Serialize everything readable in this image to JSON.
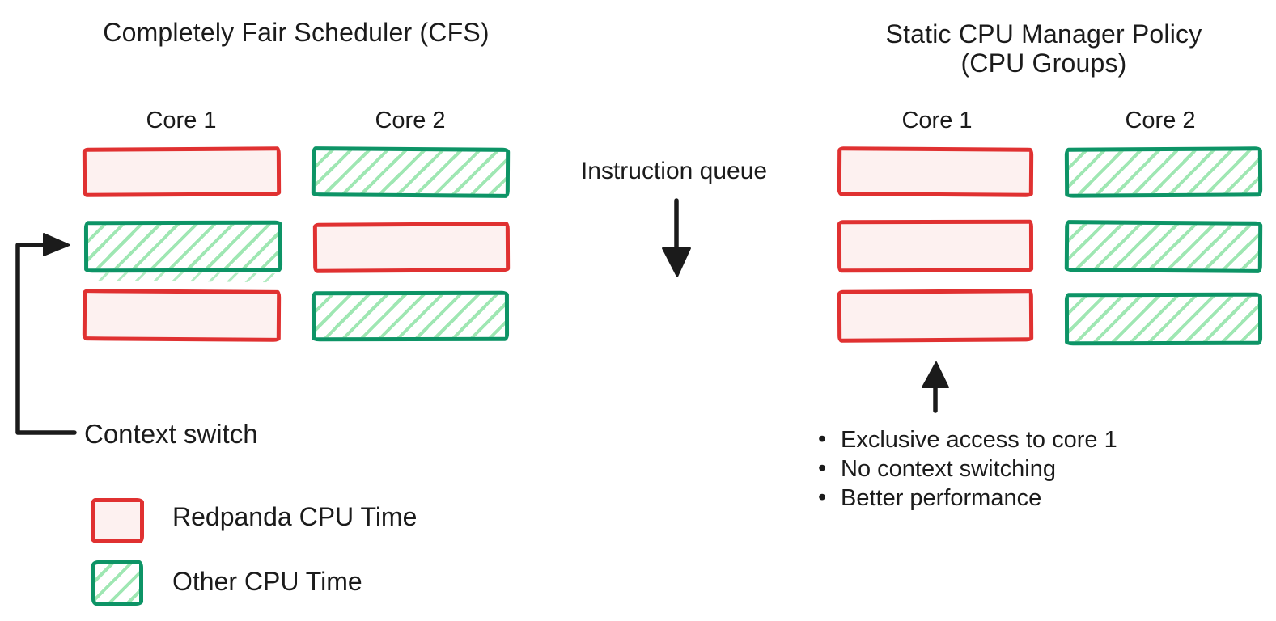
{
  "colors": {
    "redpanda_stroke": "#e03131",
    "redpanda_fill": "#fdf1f0",
    "other_stroke": "#0d9466",
    "other_hatch": "#9fe7b3",
    "text_color": "#1b1b1b",
    "arrow_color": "#1b1b1b"
  },
  "left_panel": {
    "title": "Completely Fair Scheduler (CFS)",
    "columns": [
      "Core 1",
      "Core 2"
    ],
    "rows": [
      [
        "redpanda",
        "other"
      ],
      [
        "other",
        "redpanda"
      ],
      [
        "redpanda",
        "other"
      ]
    ],
    "context_switch_label": "Context switch"
  },
  "instruction_queue_label": "Instruction queue",
  "right_panel": {
    "title_line1": "Static CPU Manager Policy",
    "title_line2": "(CPU Groups)",
    "columns": [
      "Core 1",
      "Core 2"
    ],
    "rows": [
      [
        "redpanda",
        "other"
      ],
      [
        "redpanda",
        "other"
      ],
      [
        "redpanda",
        "other"
      ]
    ],
    "bullets": [
      "Exclusive access to core 1",
      "No context switching",
      "Better performance"
    ]
  },
  "legend": {
    "items": [
      {
        "type": "redpanda",
        "label": "Redpanda CPU Time"
      },
      {
        "type": "other",
        "label": "Other CPU Time"
      }
    ]
  }
}
